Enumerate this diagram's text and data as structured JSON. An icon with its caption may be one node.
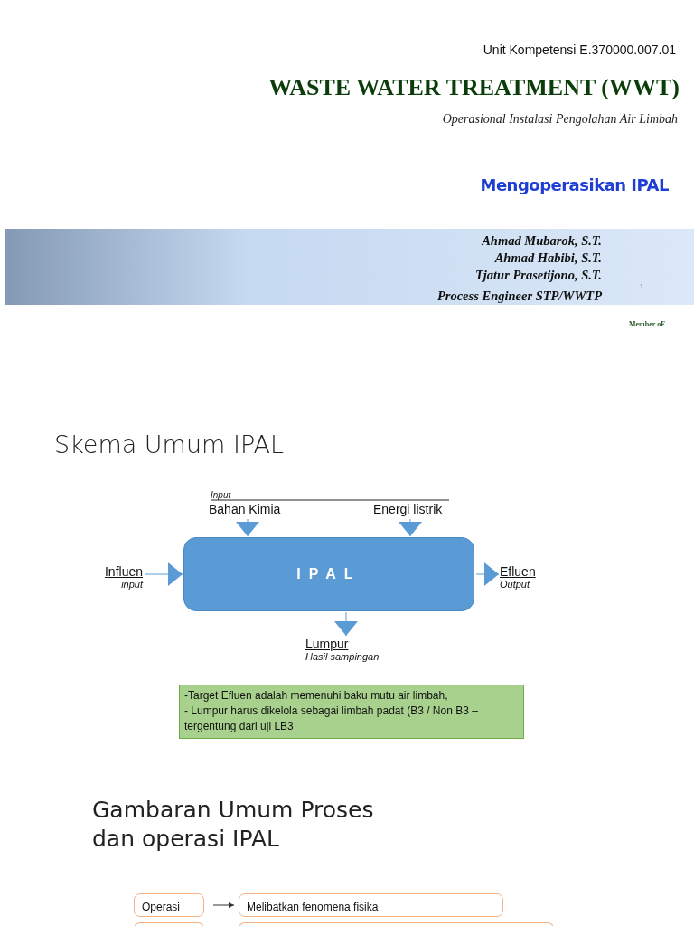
{
  "diagram": {
    "title": "WASTE WATER TREATMENT (WWT)",
    "nodes": [
      {
        "text": [
          "IPAL"
        ]
      },
      {
        "text": [
          "Influen",
          "input"
        ]
      },
      {
        "text": [
          "Efluen",
          "Output"
        ]
      },
      {
        "text": [
          "Bahan Kimia"
        ]
      },
      {
        "text": [
          "Energi listrik"
        ]
      },
      {
        "text": [
          "Lumpur",
          "Hasil sampingan"
        ]
      },
      {
        "text": [
          "-Target Efluen adalah memenuhi baku mutu air limbah,",
          "- Lumpur harus dikelola sebagai limbah padat (B3 / Non B3 – tergentung dari uji LB3"
        ]
      },
      {
        "text": [
          "Operasi"
        ]
      },
      {
        "text": [
          "Melibatkan fenomena fisika"
        ]
      },
      {
        "text": [],
        "shape": "box"
      },
      {
        "text": [],
        "shape": "box"
      }
    ],
    "edges": [
      {
        "from": 1,
        "to": 0,
        "arrow": "to"
      },
      {
        "from": 0,
        "to": 2,
        "arrow": "to"
      },
      {
        "from": 3,
        "to": 0,
        "arrow": "to"
      },
      {
        "from": 4,
        "to": 0,
        "arrow": "to"
      },
      {
        "from": 0,
        "to": 5,
        "arrow": "to"
      },
      {
        "from": 7,
        "to": 8,
        "arrow": "to",
        "color": "#333333"
      }
    ],
    "labels": [
      "Unit Kompetensi E.370000.007.01",
      "Operasional Instalasi Pengolahan Air Limbah",
      "Mengoperasikan IPAL",
      "Ahmad Mubarok, S.T.",
      "Ahmad Habibi,  S.T.",
      "Tjatur Prasetijono, S.T.",
      "Process Engineer STP/WWTP",
      "1",
      "Member oF",
      "Skema Umum IPAL",
      "Input",
      "Gambaran Umum Proses dan operasi IPAL"
    ]
  }
}
